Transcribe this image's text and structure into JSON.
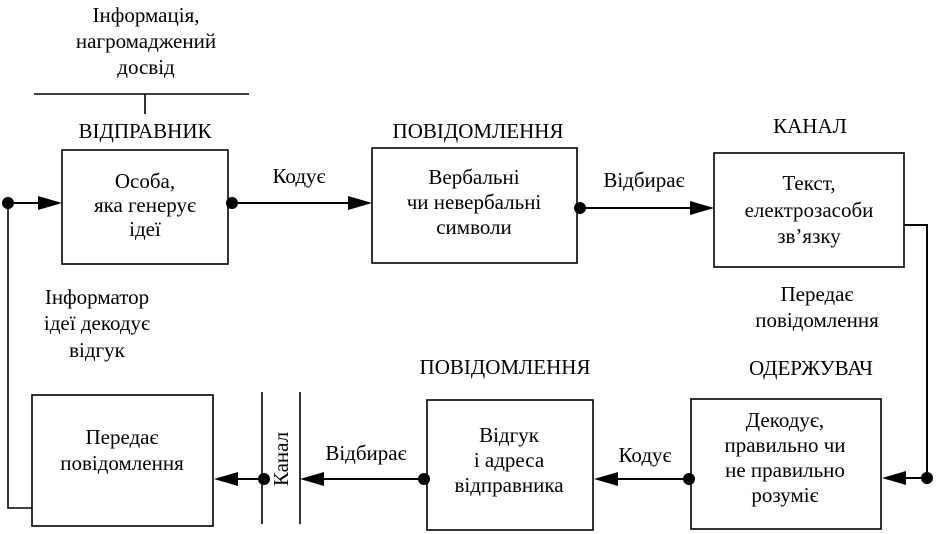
{
  "title_block": [
    "Інформація,",
    "нагромаджений",
    "досвід"
  ],
  "headings": {
    "sender": "ВІДПРАВНИК",
    "message_top": "ПОВІДОМЛЕННЯ",
    "channel_top": "КАНАЛ",
    "receiver": "ОДЕРЖУВАЧ",
    "message_bottom": "ПОВІДОМЛЕННЯ"
  },
  "boxes": {
    "sender": [
      "Особа,",
      "яка генерує",
      "ідеї"
    ],
    "message_top": [
      "Вербальні",
      "чи невербальні",
      "символи"
    ],
    "channel": [
      "Текст,",
      "електрозасоби",
      "зв’язку"
    ],
    "receiver": [
      "Декодує,",
      "правильно чи",
      "не правильно",
      "розуміє"
    ],
    "response": [
      "Відгук",
      "і адреса",
      "відправника"
    ],
    "transmit": [
      "Передає",
      "повідомлення"
    ]
  },
  "edge_labels": {
    "encodes_top": "Кодує",
    "selects_top": "Відбирає",
    "transmits": [
      "Передає",
      "повідомлення"
    ],
    "encodes_bottom": "Кодує",
    "selects_bottom": "Відбирає",
    "informer": [
      "Інформатор",
      "ідеї декодує",
      "відгук"
    ]
  },
  "channel_bottom_label": "Канал"
}
